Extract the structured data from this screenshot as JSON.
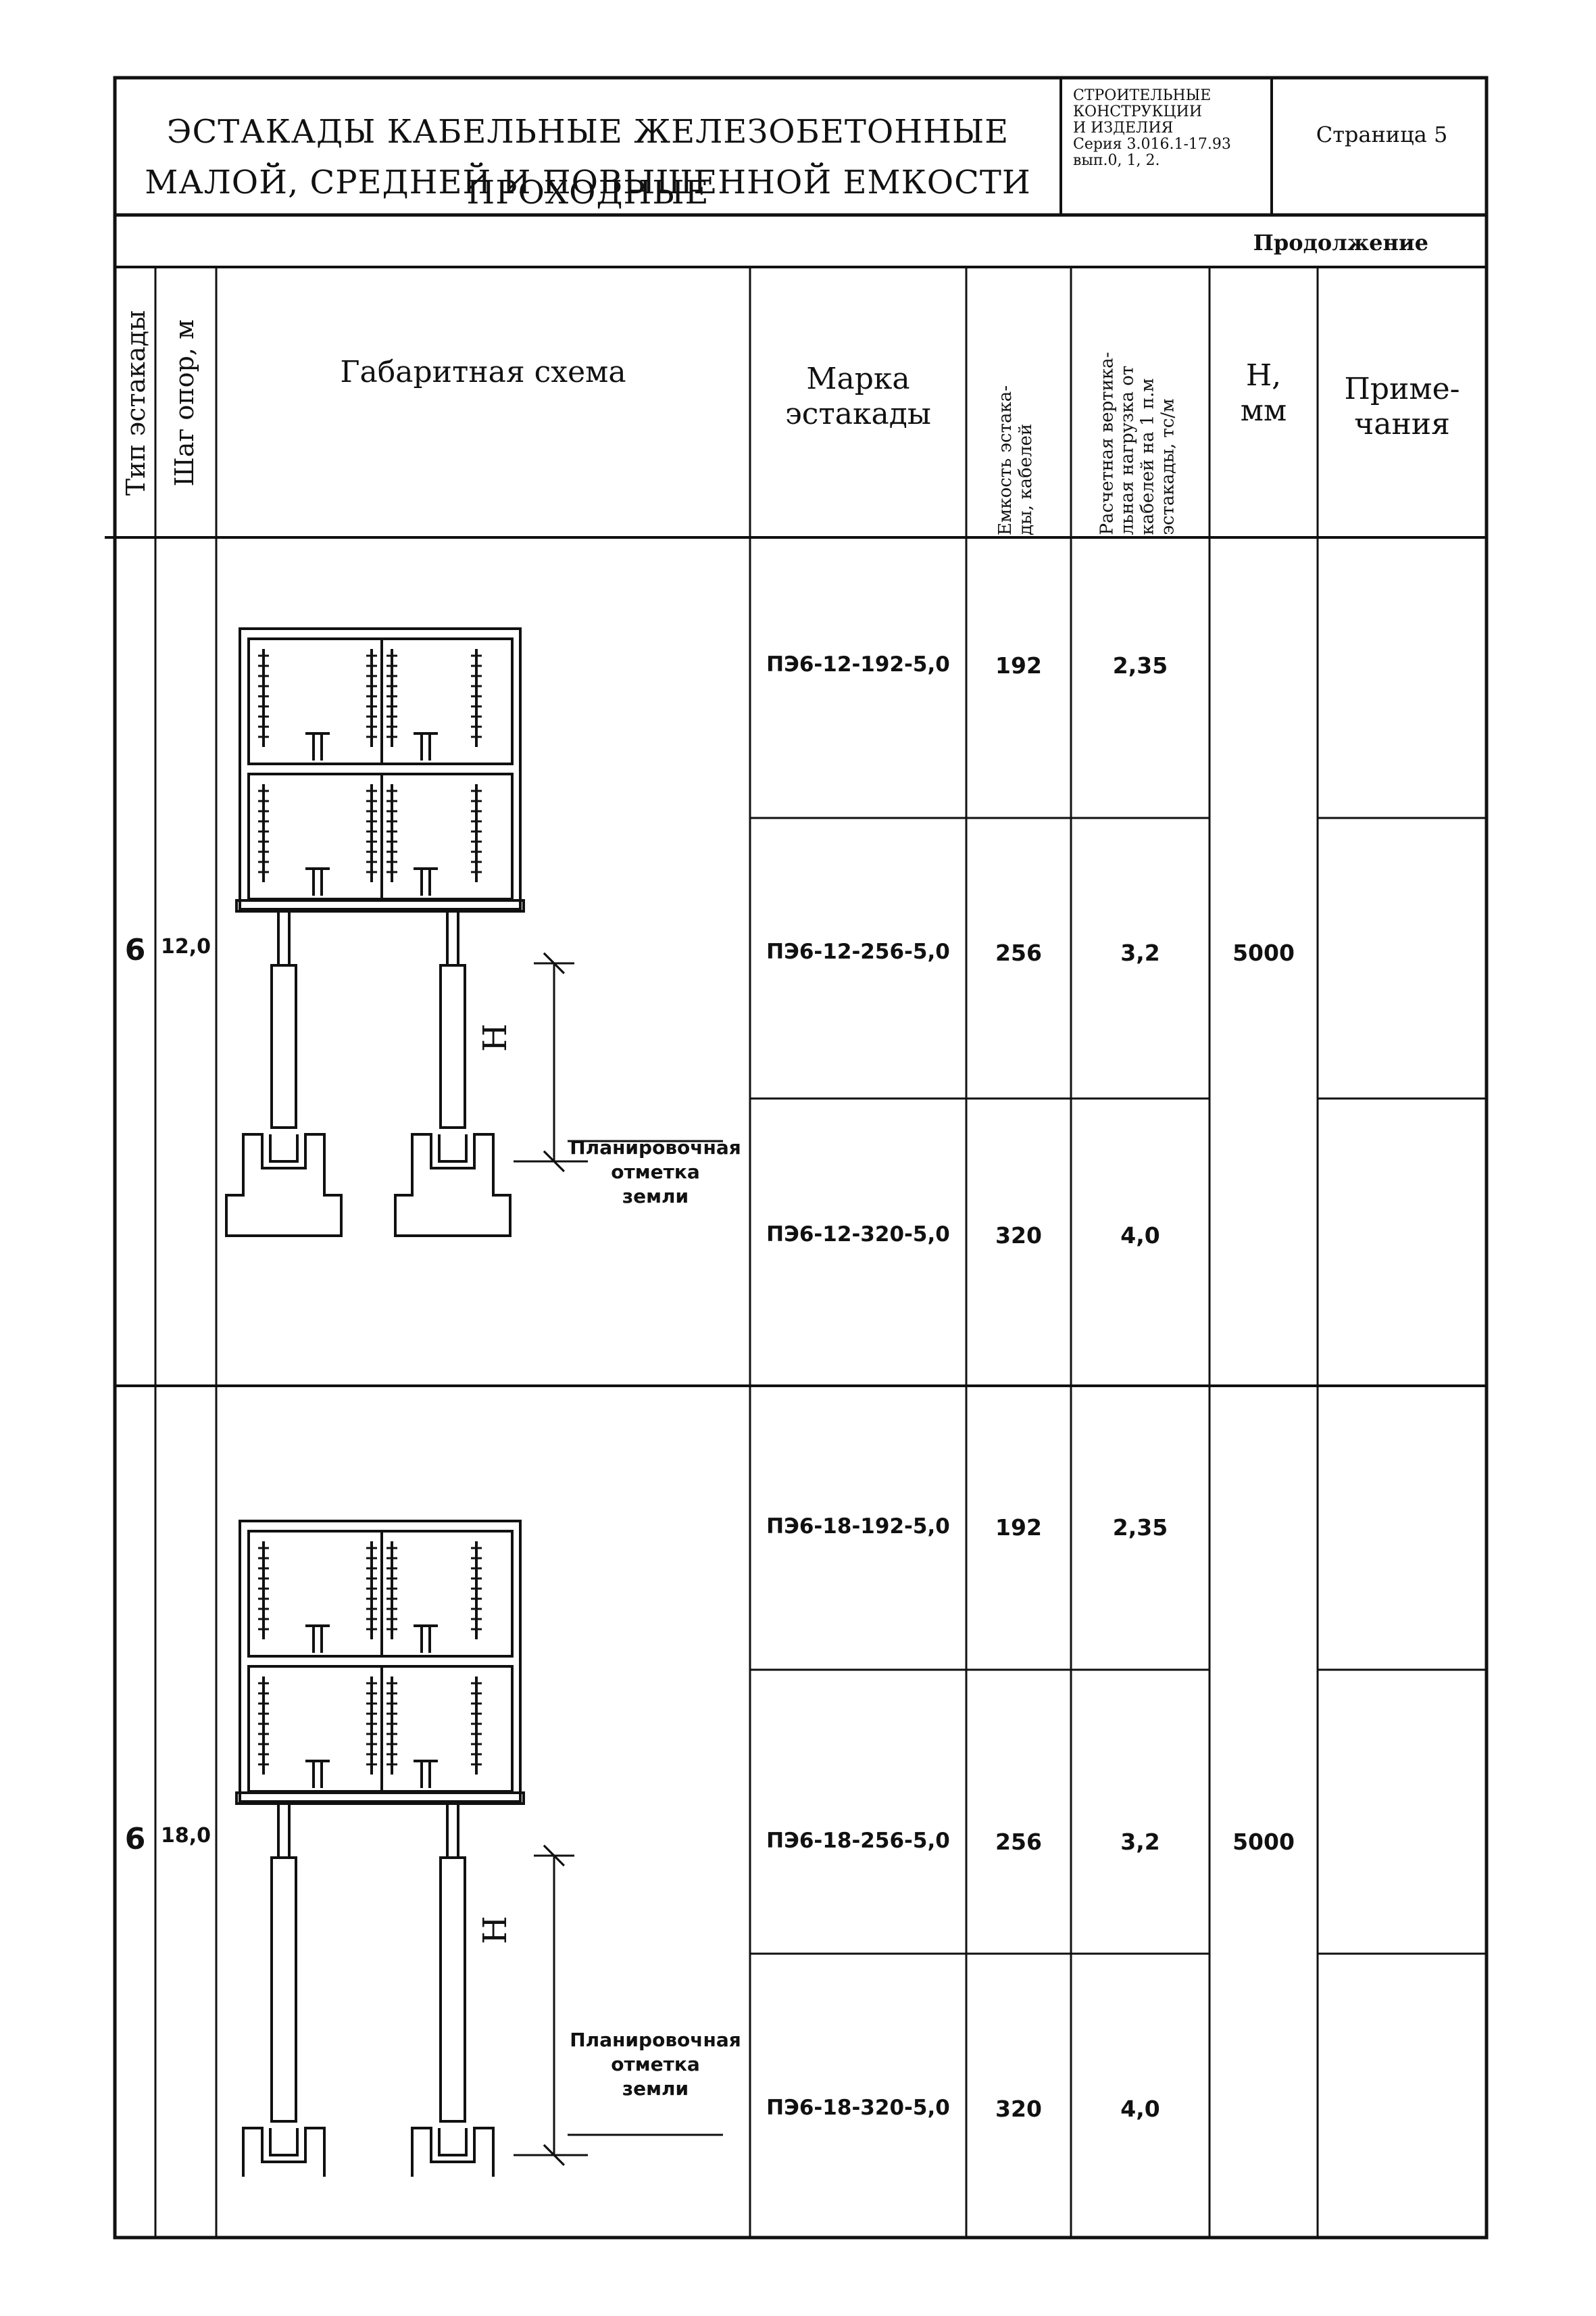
{
  "header": {
    "title_line1": "ЭСТАКАДЫ КАБЕЛЬНЫЕ ЖЕЛЕЗОБЕТОННЫЕ ПРОХОДНЫЕ",
    "title_line2": "МАЛОЙ, СРЕДНЕЙ И ПОВЫШЕННОЙ ЕМКОСТИ",
    "series_block": "СТРОИТЕЛЬНЫЕ\nКОНСТРУКЦИИ\nИ ИЗДЕЛИЯ\nСерия 3.016.1-17.93\nвып.0, 1, 2.",
    "page_label": "Страница 5"
  },
  "continuation": "Продолжение",
  "columns": {
    "type": "Тип эстакады",
    "step": "Шаг опор, м",
    "scheme": "Габаритная схема",
    "mark": "Марка\nэстакады",
    "capacity": "Емкость эстака-\nды, кабелей",
    "load": "Расчетная вертика-\nльная нагрузка от\nкабелей на 1 п.м\nэстакады, тс/м",
    "h": "H,\nмм",
    "notes": "Приме-\nчания"
  },
  "groups": [
    {
      "type": "6",
      "step": "12,0",
      "h": "5000",
      "scheme_labels": {
        "dim": "H",
        "ground": "Планировочная\nотметка\nземли"
      },
      "rows": [
        {
          "mark": "ПЭ6-12-192-5,0",
          "capacity": "192",
          "load": "2,35"
        },
        {
          "mark": "ПЭ6-12-256-5,0",
          "capacity": "256",
          "load": "3,2"
        },
        {
          "mark": "ПЭ6-12-320-5,0",
          "capacity": "320",
          "load": "4,0"
        }
      ]
    },
    {
      "type": "6",
      "step": "18,0",
      "h": "5000",
      "scheme_labels": {
        "dim": "H",
        "ground": "Планировочная\nотметка\nземли"
      },
      "rows": [
        {
          "mark": "ПЭ6-18-192-5,0",
          "capacity": "192",
          "load": "2,35"
        },
        {
          "mark": "ПЭ6-18-256-5,0",
          "capacity": "256",
          "load": "3,2"
        },
        {
          "mark": "ПЭ6-18-320-5,0",
          "capacity": "320",
          "load": "4,0"
        }
      ]
    }
  ]
}
